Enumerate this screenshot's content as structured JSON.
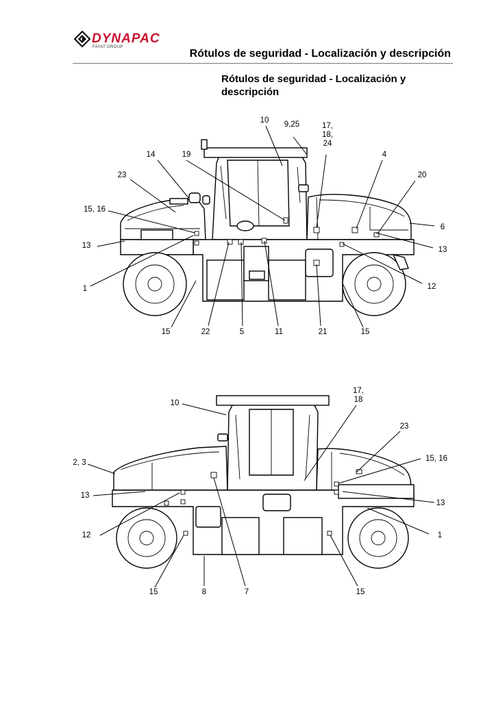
{
  "brand": {
    "name": "DYNAPAC",
    "sub": "FAYAT GROUP"
  },
  "header": {
    "title": "Rótulos de seguridad - Localización y descripción"
  },
  "section": {
    "title": "Rótulos de seguridad - Localización y descripción"
  },
  "callouts_top": [
    "10",
    "9,25",
    "17,\n18,\n24",
    "14",
    "19",
    "4",
    "23",
    "20",
    "15, 16",
    "6",
    "13",
    "13",
    "1",
    "12",
    "15",
    "22",
    "5",
    "11",
    "21",
    "15"
  ],
  "callouts_bottom": [
    "17,\n18",
    "10",
    "23",
    "15, 16",
    "2, 3",
    "13",
    "13",
    "12",
    "1",
    "15",
    "8",
    "7",
    "15"
  ]
}
